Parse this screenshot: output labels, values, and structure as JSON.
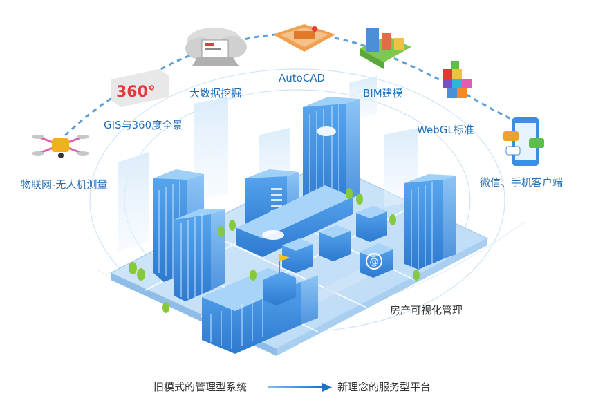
{
  "nodes": {
    "iot": "物联网-无人机测量",
    "gis": "GIS与360度全景",
    "bigdata": "大数据挖掘",
    "autocad": "AutoCAD",
    "bim": "BIM建模",
    "webgl": "WebGL标准",
    "mobile": "微信、手机客户端"
  },
  "center_label": "房产可视化管理",
  "badge_360": "360°",
  "at_symbol": "@",
  "bottom": {
    "old_mode": "旧模式的管理型系统",
    "new_mode": "新理念的服务型平台"
  },
  "colors": {
    "label_blue": "#1f6fb8",
    "building_blue": "#3c8ee0",
    "dashed_link": "#5a9fd8",
    "arrow": "#2e86de"
  }
}
